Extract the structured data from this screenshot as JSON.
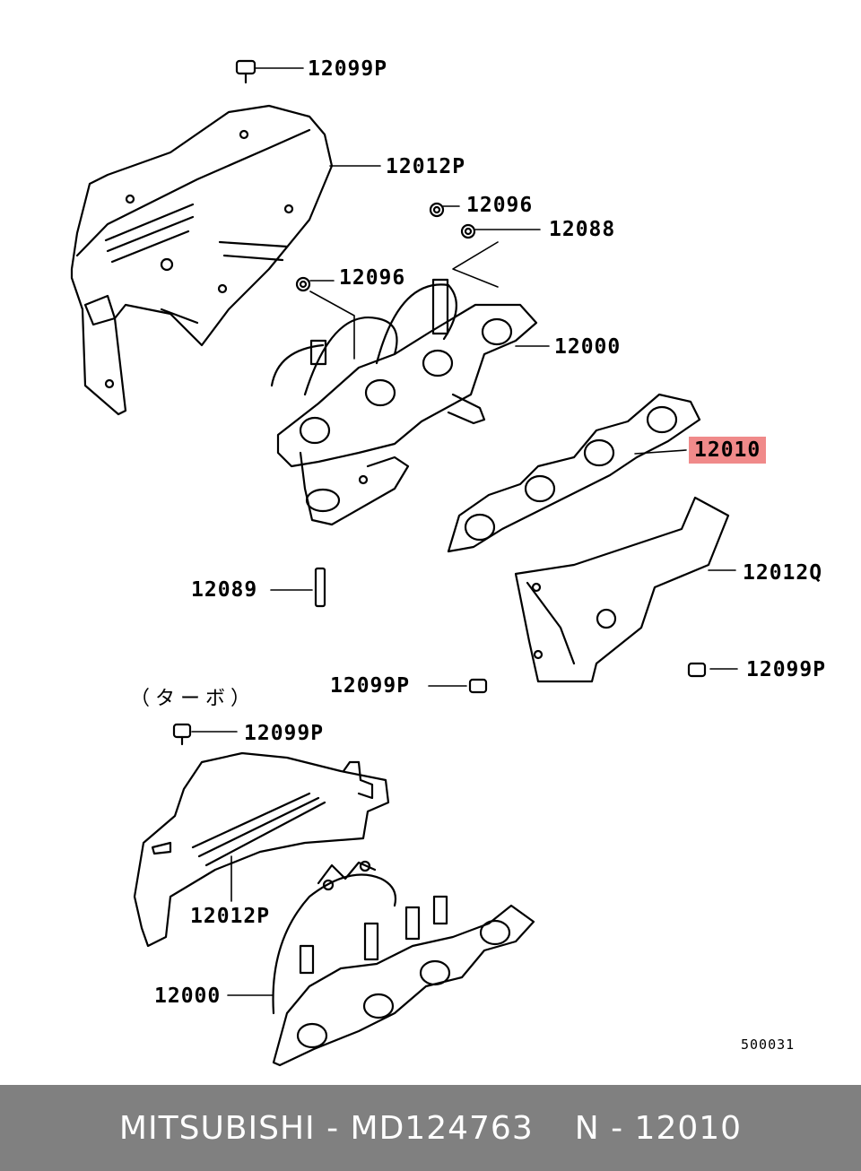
{
  "callouts": {
    "c1": "12099P",
    "c2": "12012P",
    "c3": "12096",
    "c4": "12088",
    "c5": "12096",
    "c6": "12000",
    "c7": "12010",
    "c8": "12012Q",
    "c9": "12089",
    "c10": "12099P",
    "c11": "12099P",
    "c12": "12099P",
    "c13": "12012P",
    "c14": "12000"
  },
  "turbo_note": "（ターボ）",
  "diagram_code": "500031",
  "highlight_color": "#f08a8a",
  "footer": {
    "brand_part": "MITSUBISHI - MD124763",
    "ref": "N - 12010",
    "bg_color": "#808080"
  }
}
